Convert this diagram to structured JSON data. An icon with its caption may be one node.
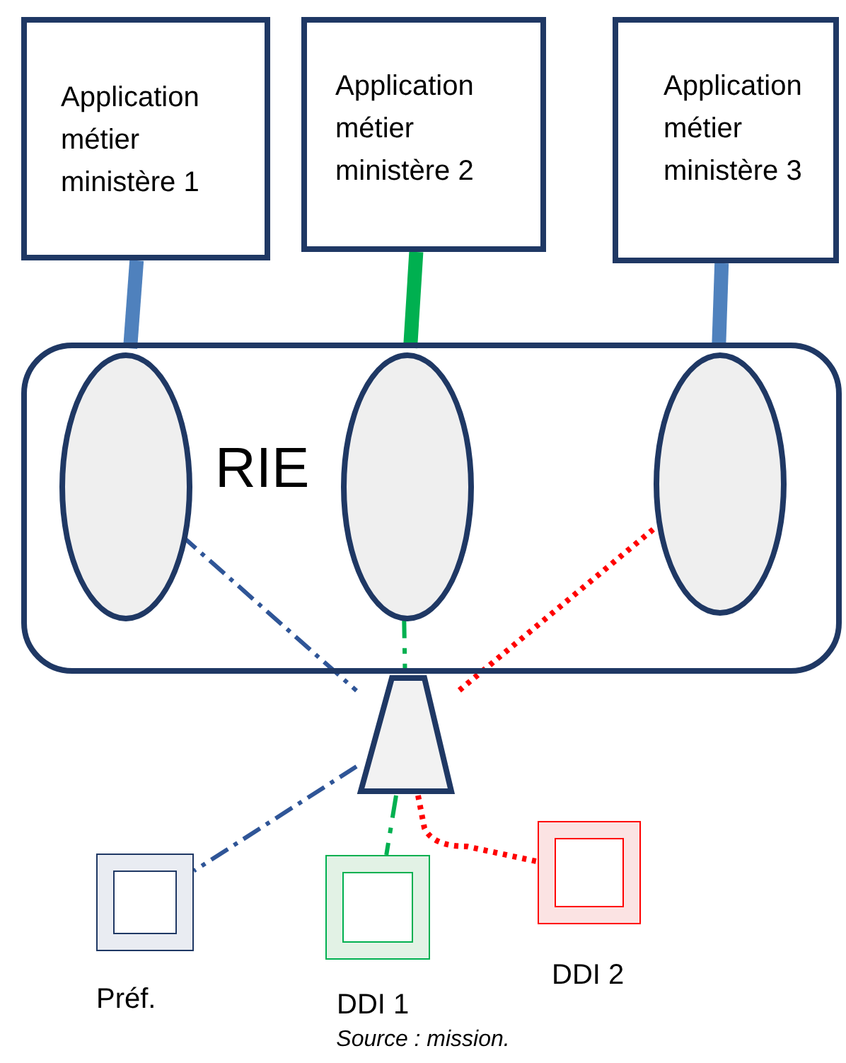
{
  "diagram": {
    "caption": "Source : mission.",
    "nodes": [
      {
        "text": [
          "Application métier ministère 1"
        ]
      },
      {
        "text": [
          "Application métier ministère 2"
        ]
      },
      {
        "text": [
          "Application métier ministère 3"
        ]
      },
      {
        "text": [
          "RIE"
        ]
      },
      {
        "text": [],
        "shape": "ellipse",
        "in": 3
      },
      {
        "text": [],
        "shape": "ellipse",
        "in": 3
      },
      {
        "text": [],
        "shape": "ellipse",
        "in": 3
      },
      {
        "text": [],
        "shape": "trapezoid"
      },
      {
        "text": [
          "Préf."
        ]
      },
      {
        "text": [
          "DDI 1"
        ]
      },
      {
        "text": [
          "DDI 2"
        ]
      }
    ],
    "edges": [
      {
        "from": 0,
        "to": 4,
        "arrow": "none",
        "style": "thick",
        "color": "#4f81bd"
      },
      {
        "from": 1,
        "to": 5,
        "arrow": "none",
        "style": "thick",
        "color": "#00b050"
      },
      {
        "from": 2,
        "to": 6,
        "arrow": "none",
        "style": "thick",
        "color": "#4f81bd"
      },
      {
        "from": 4,
        "to": 7,
        "arrow": "none",
        "style": "dashed",
        "color": "#2f5597"
      },
      {
        "from": 5,
        "to": 7,
        "arrow": "none",
        "style": "dashed",
        "color": "#00b050"
      },
      {
        "from": 6,
        "to": 7,
        "arrow": "none",
        "style": "dashed",
        "color": "#ff0000"
      },
      {
        "from": 7,
        "to": 8,
        "arrow": "none",
        "style": "dashed",
        "color": "#2f5597"
      },
      {
        "from": 7,
        "to": 9,
        "arrow": "none",
        "style": "dashed",
        "color": "#00b050"
      },
      {
        "from": 7,
        "to": 10,
        "arrow": "none",
        "style": "dashed",
        "color": "#ff0000"
      }
    ]
  }
}
